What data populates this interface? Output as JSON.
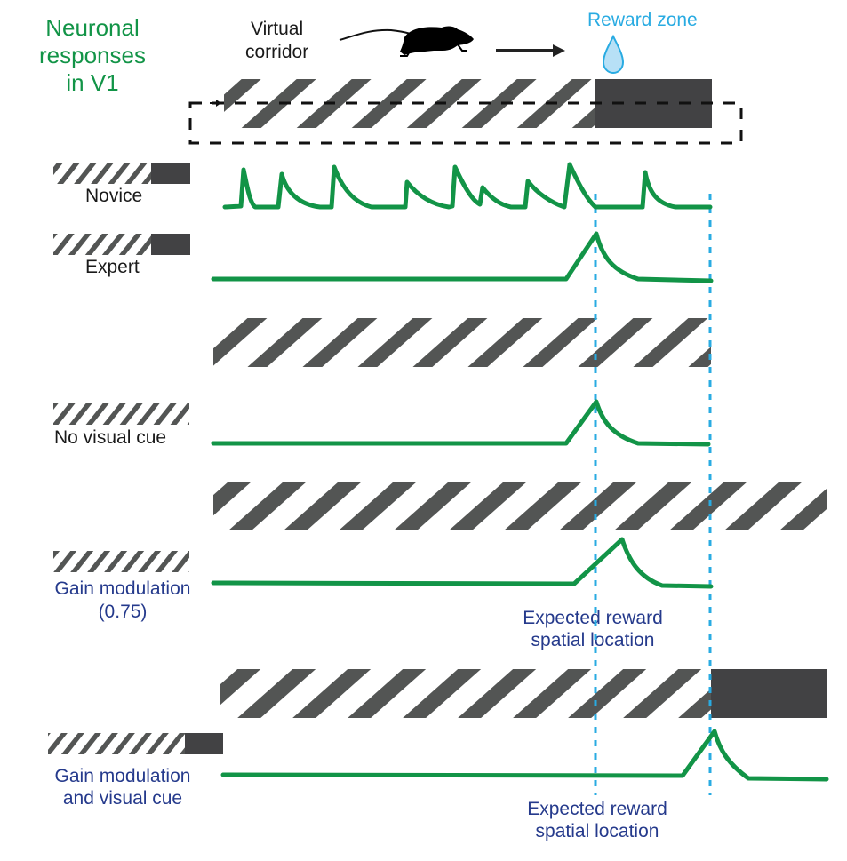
{
  "title": {
    "line1": "Neuronal",
    "line2": "responses",
    "line3": "in V1"
  },
  "corridor": {
    "label_line1": "Virtual",
    "label_line2": "corridor",
    "reward_zone_label": "Reward zone",
    "icons": [
      "mouse-icon",
      "arrow-right-icon",
      "water-drop-icon",
      "loop-arrow-icon"
    ]
  },
  "conditions": [
    {
      "id": "novice",
      "label_lines": [
        "Novice"
      ],
      "label_color": "#1a1a1a",
      "has_visual_cue": true,
      "response": "irregular spikes throughout corridor"
    },
    {
      "id": "expert",
      "label_lines": [
        "Expert"
      ],
      "label_color": "#1a1a1a",
      "has_visual_cue": true,
      "response": "single peak at reward zone onset"
    },
    {
      "id": "no-visual-cue",
      "label_lines": [
        "No visual cue"
      ],
      "label_color": "#1a1a1a",
      "has_visual_cue": false,
      "response": "single peak at expected reward location"
    },
    {
      "id": "gain-075",
      "label_lines": [
        "Gain modulation",
        "(0.75)"
      ],
      "label_color": "#253a8c",
      "has_visual_cue": false,
      "gain": 0.75,
      "response": "peak shifted later than expected location"
    },
    {
      "id": "gain-visual-cue",
      "label_lines": [
        "Gain modulation",
        "and visual cue"
      ],
      "label_color": "#253a8c",
      "has_visual_cue": true,
      "response": "peak at actual visual reward zone"
    }
  ],
  "annotations": {
    "expected_reward_1": [
      "Expected reward",
      "spatial location"
    ],
    "expected_reward_2": [
      "Expected reward",
      "spatial location"
    ]
  },
  "colors": {
    "trace": "#129447",
    "stripe": "#535554",
    "reward_block": "#424244",
    "dotted_line": "#29abe2",
    "drop_fill": "#b7e0f6",
    "navy_text": "#253a8c",
    "title_green": "#129447"
  }
}
